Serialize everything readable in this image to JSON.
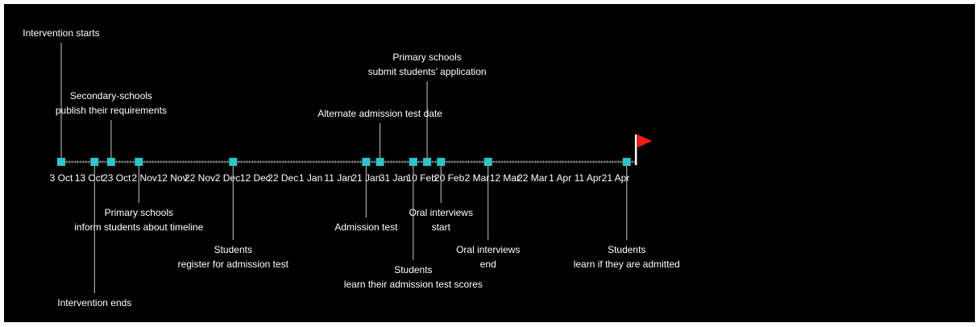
{
  "colors": {
    "background": "#000000",
    "axis": "#9a9a9a",
    "marker": "#2ec4c8",
    "connector": "#c8c8c8",
    "text": "#ffffff",
    "flag": "#ff1a1a",
    "flagpole": "#ffffff"
  },
  "axis": {
    "start_date": "3 Oct",
    "end_date": "26 Apr",
    "tick_labels": [
      "3 Oct",
      "13 Oct",
      "23 Oct",
      "2 Nov",
      "12 Nov",
      "22 Nov",
      "2 Dec",
      "12 Dec",
      "22 Dec",
      "1 Jan",
      "11 Jan",
      "21 Jan",
      "31 Jan",
      "10 Feb",
      "20 Feb",
      "2 Mar",
      "12 Mar",
      "22 Mar",
      "1 Apr",
      "11 Apr",
      "21 Apr"
    ],
    "end_icon": "red-flag-icon"
  },
  "events": [
    {
      "date": "3 Oct",
      "side": "above",
      "lines": [
        "Intervention starts"
      ]
    },
    {
      "date": "15 Oct",
      "side": "below",
      "lines": [
        "Intervention ends"
      ]
    },
    {
      "date": "21 Oct",
      "side": "above",
      "lines": [
        "Secondary-schools",
        "publish their requirements"
      ]
    },
    {
      "date": "31 Oct",
      "side": "below",
      "lines": [
        "Primary schools",
        "inform students about timeline"
      ]
    },
    {
      "date": "4 Dec",
      "side": "below",
      "lines": [
        "Students",
        "register for admission test"
      ]
    },
    {
      "date": "21 Jan",
      "side": "below",
      "lines": [
        "Admission test"
      ]
    },
    {
      "date": "26 Jan",
      "side": "above",
      "lines": [
        "Alternate admission test date"
      ]
    },
    {
      "date": "7 Feb",
      "side": "below",
      "lines": [
        "Students",
        "learn their admission test scores"
      ]
    },
    {
      "date": "12 Feb",
      "side": "above",
      "lines": [
        "Primary schools",
        "submit students’ application"
      ]
    },
    {
      "date": "17 Feb",
      "side": "below",
      "lines": [
        "Oral interviews",
        "start"
      ]
    },
    {
      "date": "6 Mar",
      "side": "below",
      "lines": [
        "Oral interviews",
        "end"
      ]
    },
    {
      "date": "25 Apr",
      "side": "below",
      "lines": [
        "Students",
        "learn if they are admitted"
      ]
    }
  ]
}
